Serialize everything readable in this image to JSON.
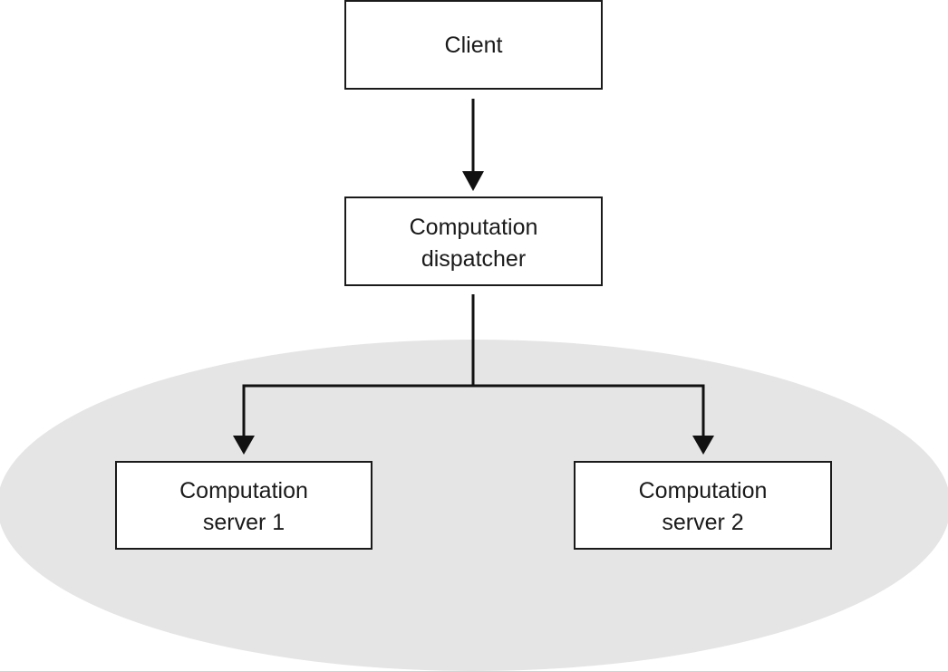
{
  "colors": {
    "cluster_fill": "#e5e5e5",
    "box_fill": "#ffffff",
    "box_stroke": "#1a1a1a",
    "text": "#1a1a1a",
    "connector": "#111111"
  },
  "nodes": {
    "client": {
      "line1": "Client"
    },
    "dispatcher": {
      "line1": "Computation",
      "line2": "dispatcher"
    },
    "server1": {
      "line1": "Computation",
      "line2": "server 1"
    },
    "server2": {
      "line1": "Computation",
      "line2": "server 2"
    }
  },
  "edges": [
    {
      "from": "client",
      "to": "dispatcher"
    },
    {
      "from": "dispatcher",
      "to": "server1"
    },
    {
      "from": "dispatcher",
      "to": "server2"
    }
  ]
}
